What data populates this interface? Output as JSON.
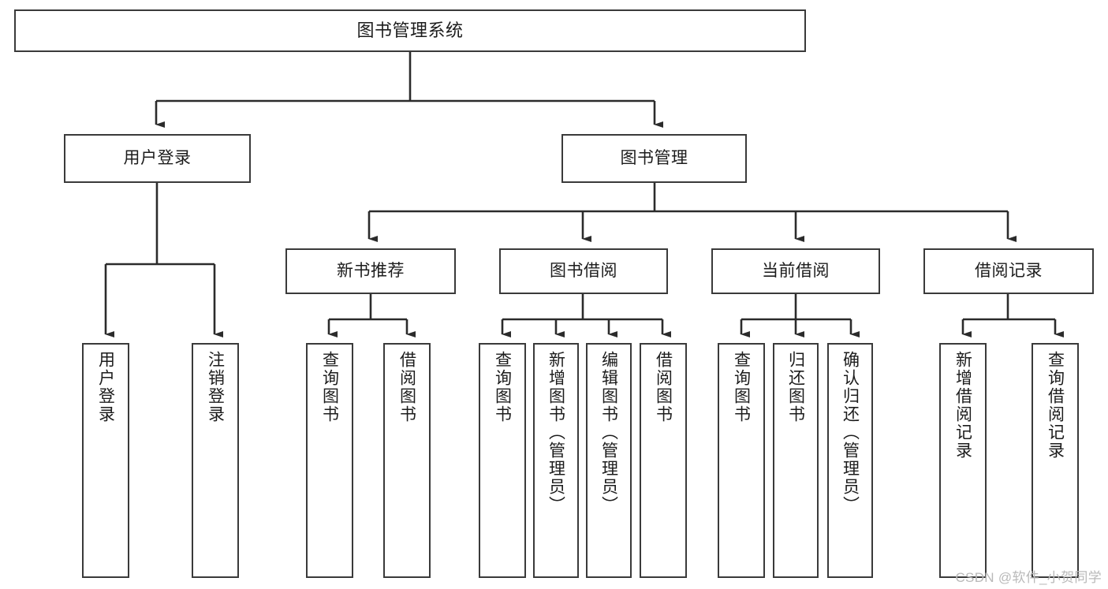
{
  "diagram": {
    "title": "图书管理系统",
    "type": "tree-hierarchy-diagram",
    "root": {
      "label": "图书管理系统"
    },
    "level2": [
      {
        "label": "用户登录"
      },
      {
        "label": "图书管理"
      }
    ],
    "level3": [
      {
        "label": "新书推荐"
      },
      {
        "label": "图书借阅"
      },
      {
        "label": "当前借阅"
      },
      {
        "label": "借阅记录"
      }
    ],
    "leaves": [
      {
        "label": "用户登录"
      },
      {
        "label": "注销登录"
      },
      {
        "label": "查询图书"
      },
      {
        "label": "借阅图书"
      },
      {
        "label": "查询图书"
      },
      {
        "label": "新增图书（管理员）"
      },
      {
        "label": "编辑图书（管理员）"
      },
      {
        "label": "借阅图书"
      },
      {
        "label": "查询图书"
      },
      {
        "label": "归还图书"
      },
      {
        "label": "确认归还（管理员）"
      },
      {
        "label": "新增借阅记录"
      },
      {
        "label": "查询借阅记录"
      }
    ]
  },
  "watermark": {
    "text": "CSDN @软件_小贺同学"
  },
  "colors": {
    "stroke": "#3a3a3a",
    "background": "#ffffff",
    "text": "#1c1c1c",
    "watermark": "#b9b9b9"
  }
}
